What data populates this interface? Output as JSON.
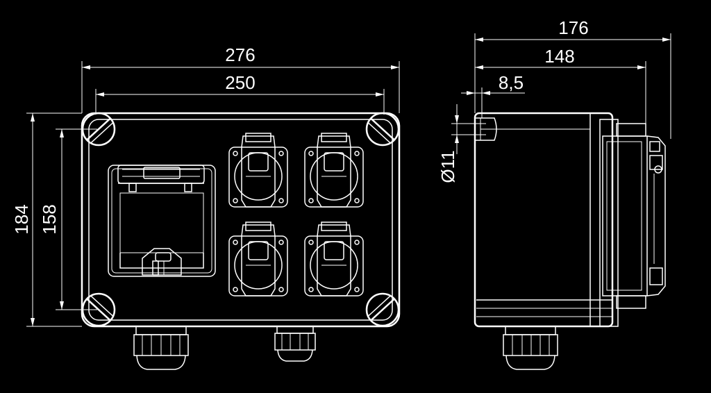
{
  "dimensions": {
    "front_overall_width": "276",
    "front_mount_width": "250",
    "front_overall_height": "184",
    "front_mount_height": "158",
    "side_overall_depth": "176",
    "side_body_depth": "148",
    "side_edge_offset": "8,5",
    "hole_diameter": "Ø11"
  },
  "colors": {
    "background": "#000000",
    "line": "#ffffff"
  }
}
